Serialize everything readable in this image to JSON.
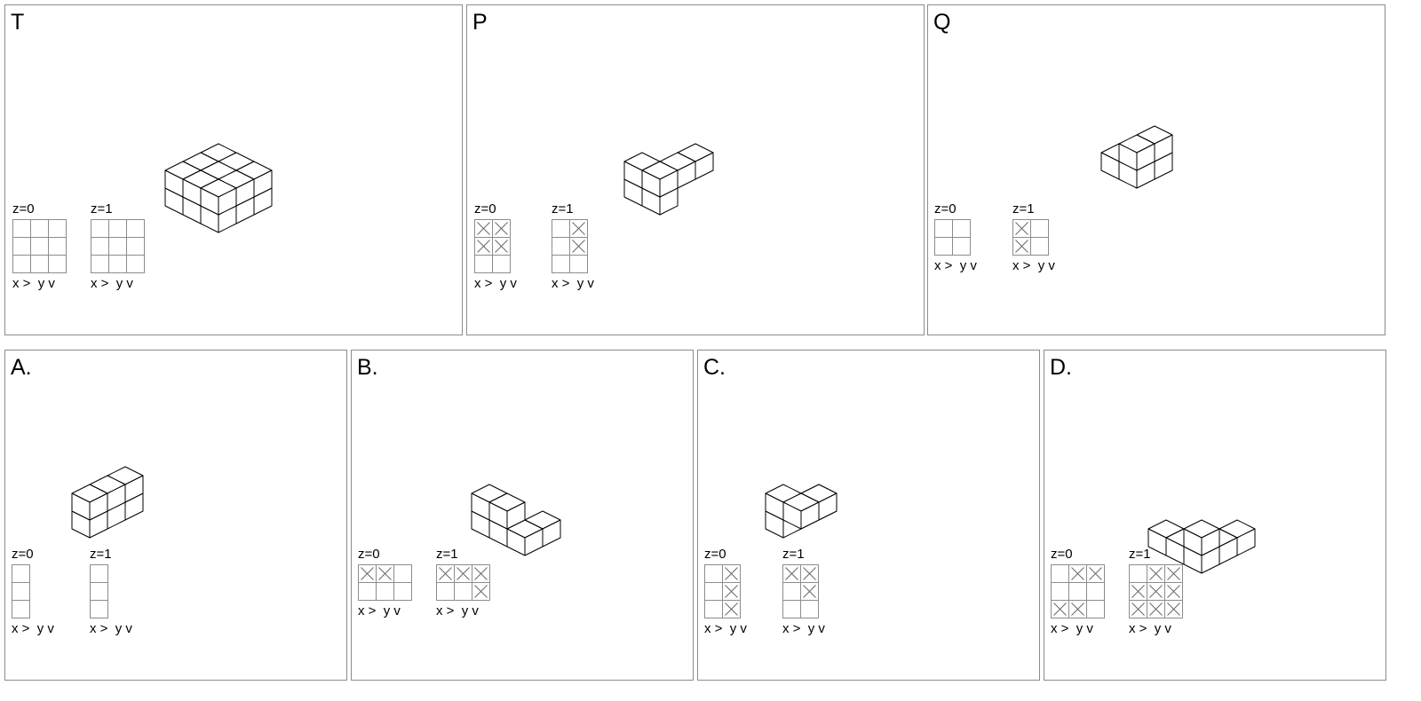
{
  "axis_label": "x >  y v",
  "panels": [
    {
      "label": "T",
      "cubes": [
        [
          0,
          0,
          0
        ],
        [
          1,
          0,
          0
        ],
        [
          2,
          0,
          0
        ],
        [
          0,
          1,
          0
        ],
        [
          1,
          1,
          0
        ],
        [
          2,
          1,
          0
        ],
        [
          0,
          2,
          0
        ],
        [
          1,
          2,
          0
        ],
        [
          2,
          2,
          0
        ],
        [
          0,
          0,
          1
        ],
        [
          1,
          0,
          1
        ],
        [
          2,
          0,
          1
        ],
        [
          0,
          1,
          1
        ],
        [
          1,
          1,
          1
        ],
        [
          2,
          1,
          1
        ],
        [
          0,
          2,
          1
        ],
        [
          1,
          2,
          1
        ],
        [
          2,
          2,
          1
        ]
      ],
      "layers": [
        {
          "title": "z=0",
          "cols": 3,
          "rows": 3,
          "filled": []
        },
        {
          "title": "z=1",
          "cols": 3,
          "rows": 3,
          "filled": []
        }
      ]
    },
    {
      "label": "P",
      "cubes": [
        [
          0,
          2,
          0
        ],
        [
          1,
          2,
          0
        ],
        [
          0,
          2,
          1
        ],
        [
          1,
          2,
          1
        ],
        [
          1,
          1,
          1
        ],
        [
          1,
          0,
          1
        ]
      ],
      "layers": [
        {
          "title": "z=0",
          "cols": 2,
          "rows": 3,
          "filled": [
            [
              0,
              0
            ],
            [
              1,
              0
            ],
            [
              0,
              1
            ],
            [
              1,
              1
            ]
          ]
        },
        {
          "title": "z=1",
          "cols": 2,
          "rows": 3,
          "filled": [
            [
              1,
              0
            ],
            [
              1,
              1
            ]
          ]
        }
      ]
    },
    {
      "label": "Q",
      "cubes": [
        [
          0,
          1,
          0
        ],
        [
          1,
          1,
          0
        ],
        [
          1,
          0,
          0
        ],
        [
          1,
          1,
          1
        ],
        [
          1,
          0,
          1
        ]
      ],
      "layers": [
        {
          "title": "z=0",
          "cols": 2,
          "rows": 2,
          "filled": []
        },
        {
          "title": "z=1",
          "cols": 2,
          "rows": 2,
          "filled": [
            [
              0,
              0
            ],
            [
              0,
              1
            ]
          ]
        }
      ]
    },
    {
      "label": "A.",
      "cubes": [
        [
          0,
          0,
          0
        ],
        [
          0,
          1,
          0
        ],
        [
          0,
          2,
          0
        ],
        [
          0,
          0,
          1
        ],
        [
          0,
          1,
          1
        ],
        [
          0,
          2,
          1
        ]
      ],
      "layers": [
        {
          "title": "z=0",
          "cols": 1,
          "rows": 3,
          "filled": []
        },
        {
          "title": "z=1",
          "cols": 1,
          "rows": 3,
          "filled": []
        }
      ]
    },
    {
      "label": "B.",
      "cubes": [
        [
          0,
          1,
          0
        ],
        [
          1,
          1,
          0
        ],
        [
          2,
          1,
          0
        ],
        [
          2,
          0,
          0
        ],
        [
          0,
          1,
          1
        ],
        [
          1,
          1,
          1
        ]
      ],
      "layers": [
        {
          "title": "z=0",
          "cols": 3,
          "rows": 2,
          "filled": [
            [
              0,
              0
            ],
            [
              1,
              0
            ]
          ]
        },
        {
          "title": "z=1",
          "cols": 3,
          "rows": 2,
          "filled": [
            [
              0,
              0
            ],
            [
              1,
              0
            ],
            [
              2,
              0
            ],
            [
              2,
              1
            ]
          ]
        }
      ]
    },
    {
      "label": "C.",
      "cubes": [
        [
          0,
          0,
          0
        ],
        [
          0,
          1,
          0
        ],
        [
          0,
          2,
          0
        ],
        [
          0,
          2,
          1
        ],
        [
          1,
          2,
          1
        ],
        [
          1,
          1,
          1
        ]
      ],
      "layers": [
        {
          "title": "z=0",
          "cols": 2,
          "rows": 3,
          "filled": [
            [
              1,
              0
            ],
            [
              1,
              1
            ],
            [
              1,
              2
            ]
          ]
        },
        {
          "title": "z=1",
          "cols": 2,
          "rows": 3,
          "filled": [
            [
              0,
              0
            ],
            [
              1,
              0
            ],
            [
              1,
              1
            ]
          ]
        }
      ]
    },
    {
      "label": "D.",
      "cubes": [
        [
          0,
          2,
          0
        ],
        [
          1,
          2,
          0
        ],
        [
          2,
          1,
          0
        ],
        [
          2,
          2,
          0
        ],
        [
          2,
          0,
          0
        ],
        [
          2,
          2,
          1
        ]
      ],
      "layers": [
        {
          "title": "z=0",
          "cols": 3,
          "rows": 3,
          "filled": [
            [
              1,
              0
            ],
            [
              2,
              0
            ],
            [
              0,
              2
            ],
            [
              1,
              2
            ]
          ]
        },
        {
          "title": "z=1",
          "cols": 3,
          "rows": 3,
          "filled": [
            [
              1,
              0
            ],
            [
              2,
              0
            ],
            [
              0,
              1
            ],
            [
              1,
              1
            ],
            [
              2,
              1
            ],
            [
              0,
              2
            ],
            [
              1,
              2
            ],
            [
              2,
              2
            ]
          ]
        }
      ]
    }
  ]
}
